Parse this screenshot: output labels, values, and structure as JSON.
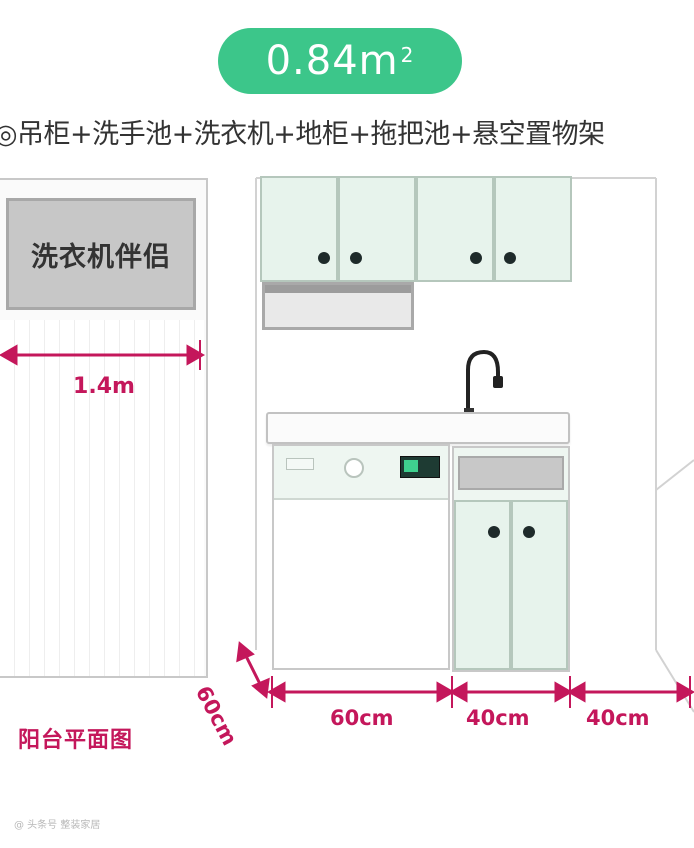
{
  "header": {
    "area_value": "0.84m",
    "area_superscript": "2",
    "subtitle": "◎吊柜+洗手池+洗衣机+地柜+拖把池+悬空置物架"
  },
  "plan": {
    "label": "洗衣机伴侣",
    "width_label": "1.4m",
    "caption": "阳台平面图"
  },
  "dimensions": {
    "depth_label": "60cm",
    "washer_width_label": "60cm",
    "cabinet_width_label": "40cm",
    "shelf_width_label": "40cm"
  },
  "colors": {
    "accent_green": "#3cc68a",
    "dimension_magenta": "#c4175b",
    "cabinet_mint": "#e7f3ec"
  },
  "watermark": "@ 头条号 整装家居"
}
